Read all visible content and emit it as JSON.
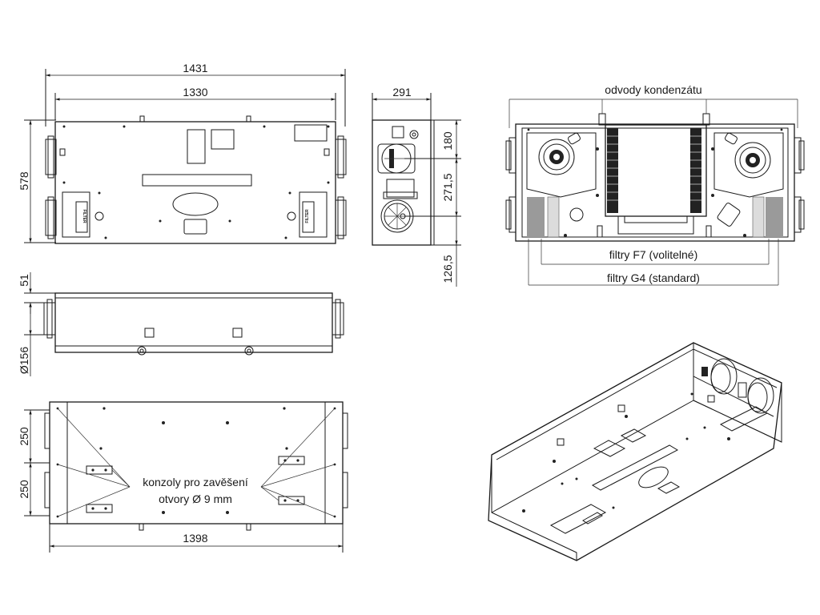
{
  "dimensions": {
    "total_length": "1431",
    "body_length": "1330",
    "depth": "291",
    "height": "578",
    "dim_180": "180",
    "dim_271_5": "271,5",
    "dim_126_5": "126,5",
    "dim_51": "51",
    "duct_diameter": "Ø156",
    "bracket_spacing_1": "250",
    "bracket_spacing_2": "250",
    "bracket_length": "1398"
  },
  "labels": {
    "condensate_drains": "odvody kondenzátu",
    "filters_f7": "filtry F7 (volitelné)",
    "filters_g4": "filtry G4 (standard)",
    "brackets_line1": "konzoly pro zavěšení",
    "brackets_line2": "otvory Ø 9 mm",
    "filter_tag": "FILTER"
  },
  "colors": {
    "line": "#1a1a1a",
    "filter_grey": "#9a9a9a",
    "exchanger_dark": "#222222"
  }
}
